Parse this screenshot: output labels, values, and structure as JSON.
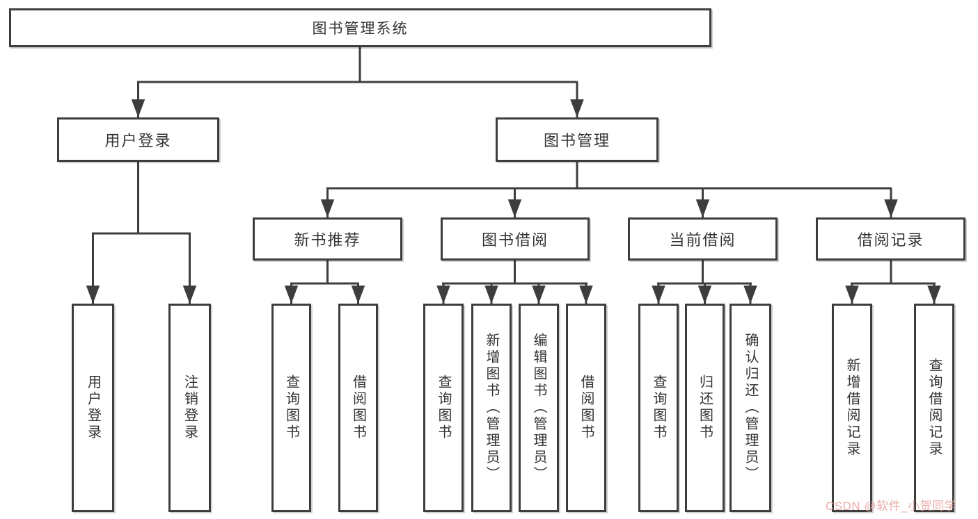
{
  "diagram": {
    "title": "图书管理系统",
    "root": {
      "label": "图书管理系统"
    },
    "level2": [
      {
        "label": "用户登录"
      },
      {
        "label": "图书管理"
      }
    ],
    "level3": [
      {
        "label": "新书推荐"
      },
      {
        "label": "图书借阅"
      },
      {
        "label": "当前借阅"
      },
      {
        "label": "借阅记录"
      }
    ],
    "leaves": {
      "user": [
        "用户登录",
        "注销登录"
      ],
      "recommend": [
        "查询图书",
        "借阅图书"
      ],
      "borrow": [
        "查询图书",
        "新增图书（管理员）",
        "编辑图书（管理员）",
        "借阅图书"
      ],
      "current": [
        "查询图书",
        "归还图书",
        "确认归还（管理员）"
      ],
      "records": [
        "新增借阅记录",
        "查询借阅记录"
      ]
    }
  },
  "watermark": {
    "text": "CSDN @软件_小贺同学",
    "color": "#e89f9c"
  },
  "colors": {
    "line": "#3d3d3d",
    "box_border": "#3d3d3d",
    "background": "#ffffff",
    "text": "#333333"
  }
}
